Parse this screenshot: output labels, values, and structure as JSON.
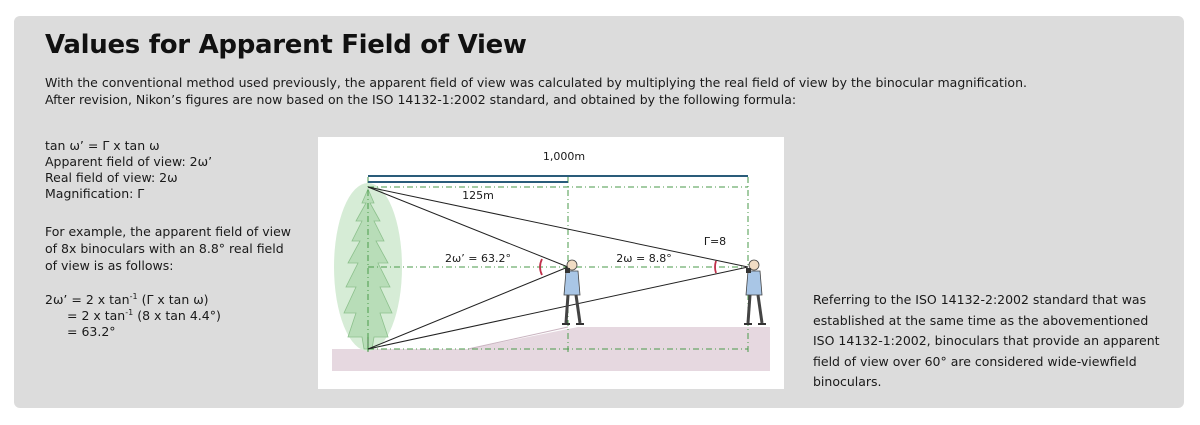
{
  "title": "Values for Apparent Field of View",
  "intro": [
    "With the conventional method used previously, the apparent field of view was calculated by multiplying the real field of view by the binocular magnification.",
    "After revision, Nikon’s figures are now based on the ISO 14132-1:2002 standard, and obtained by the following formula:"
  ],
  "formula": [
    "tan ω’ = Γ x tan ω",
    "Apparent field of view: 2ω’",
    "Real field of view: 2ω",
    "Magnification: Γ"
  ],
  "example": [
    "For example, the apparent field of view",
    "of 8x binoculars with an 8.8° real field",
    "of view is as follows:"
  ],
  "calc": {
    "line1_a": "2ω’ = 2 x tan",
    "line1_b": " (Γ x tan ω)",
    "line2_a": "= 2 x tan",
    "line2_b": " (8 x tan 4.4°)",
    "line3": "= 63.2°",
    "sup": "-1"
  },
  "diagram": {
    "distance_total": "1,000m",
    "distance_near": "125m",
    "angle_apparent": "2ω’ = 63.2°",
    "angle_real": "2ω = 8.8°",
    "magnification": "Γ=8",
    "colors": {
      "tree_fill": "#b8ddb8",
      "tree_ellipse": "#d6ecd6",
      "ground": "#e6d8e0",
      "dimension_line": "#2a5c7a",
      "dash_line": "#4a9a4a",
      "angle_mark": "#c0304a",
      "person_jacket": "#a9c6e6"
    }
  },
  "note": [
    "Referring to the ISO 14132-2:2002 standard that was",
    "established at the same time as the abovementioned",
    "ISO 14132-1:2002, binoculars that provide an apparent",
    "field of view over 60° are considered wide-viewfield",
    "binoculars."
  ]
}
